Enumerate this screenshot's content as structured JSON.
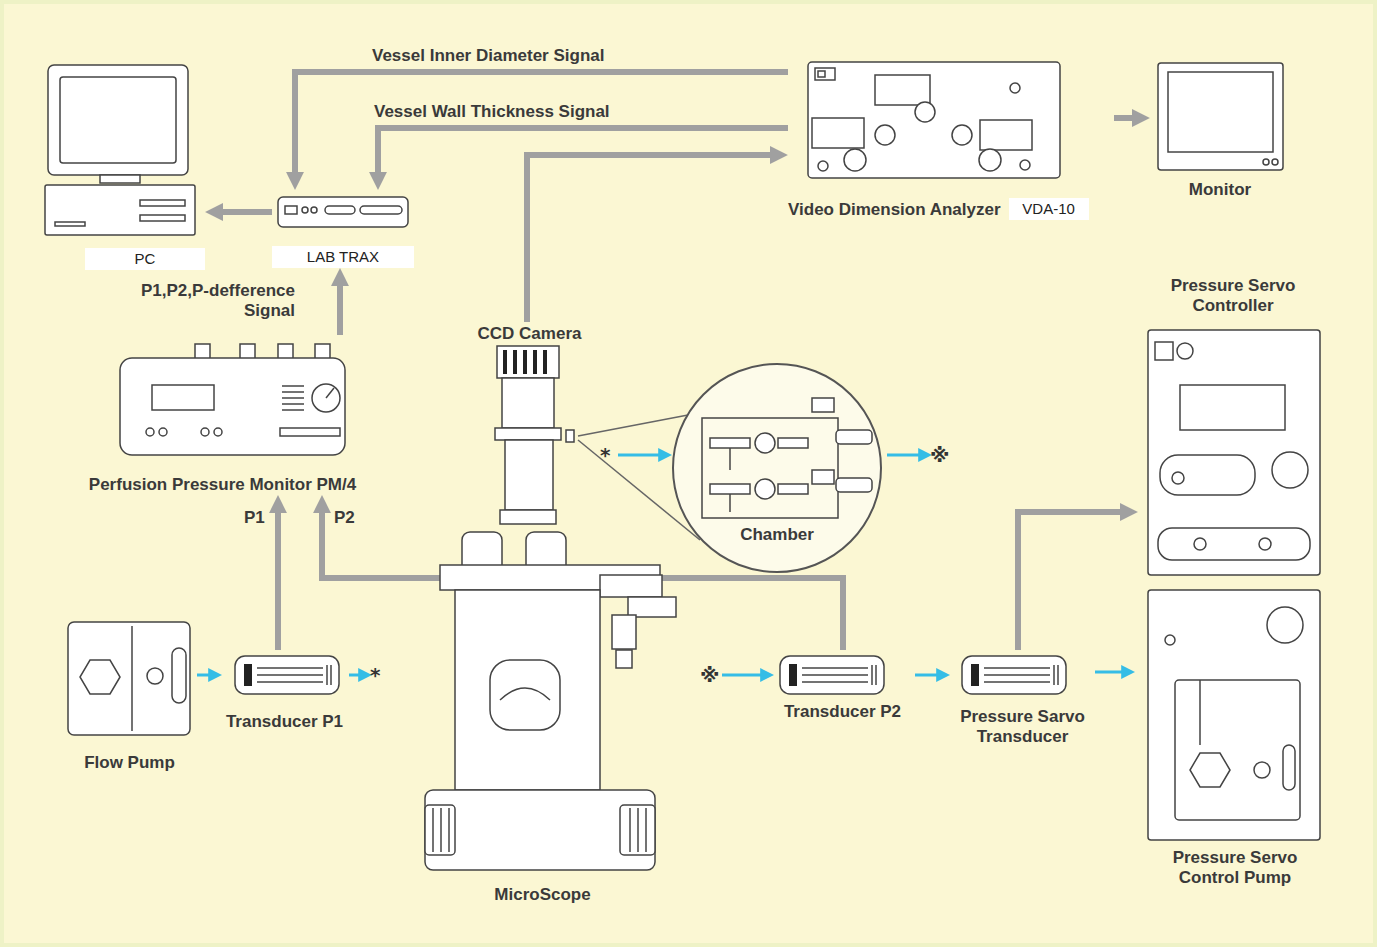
{
  "diagram": {
    "nodes": [
      {
        "text": [
          "PC"
        ]
      },
      {
        "text": [
          "LAB TRAX"
        ]
      },
      {
        "text": [
          "Video Dimension Analyzer",
          "VDA-10"
        ]
      },
      {
        "text": [
          "Monitor"
        ]
      },
      {
        "text": [
          "Pressure Servo Controller"
        ]
      },
      {
        "text": [
          "Perfusion Pressure Monitor PM/4"
        ]
      },
      {
        "text": [
          "CCD Camera"
        ]
      },
      {
        "text": [
          "Chamber"
        ]
      },
      {
        "text": [
          "Flow Pump"
        ]
      },
      {
        "text": [
          "Transducer P1"
        ]
      },
      {
        "text": [
          "MicroScope"
        ]
      },
      {
        "text": [
          "Transducer P2"
        ]
      },
      {
        "text": [
          "Pressure Sarvo Transducer"
        ]
      },
      {
        "text": [
          "Pressure Servo Control Pump"
        ]
      }
    ],
    "edges": [
      {
        "from": 2,
        "to": 1,
        "arrow": "to",
        "label": "Vessel Inner Diameter Signal"
      },
      {
        "from": 2,
        "to": 1,
        "arrow": "to",
        "label": "Vessel Wall Thickness Signal"
      },
      {
        "from": 1,
        "to": 0,
        "arrow": "to"
      },
      {
        "from": 2,
        "to": 3,
        "arrow": "to"
      },
      {
        "from": 6,
        "to": 2,
        "arrow": "to"
      },
      {
        "from": 5,
        "to": 1,
        "arrow": "to",
        "label": "P1,P2,P-defference Signal"
      },
      {
        "from": 9,
        "to": 5,
        "arrow": "to",
        "label": "P1"
      },
      {
        "from": 11,
        "to": 5,
        "arrow": "to",
        "label": "P2"
      },
      {
        "from": 8,
        "to": 9,
        "arrow": "to"
      },
      {
        "from": 11,
        "to": 12,
        "arrow": "to"
      },
      {
        "from": 12,
        "to": 13,
        "arrow": "to"
      },
      {
        "from": 12,
        "to": 4,
        "arrow": "to"
      }
    ],
    "labels": [
      "*",
      "※",
      "*",
      "※"
    ]
  }
}
